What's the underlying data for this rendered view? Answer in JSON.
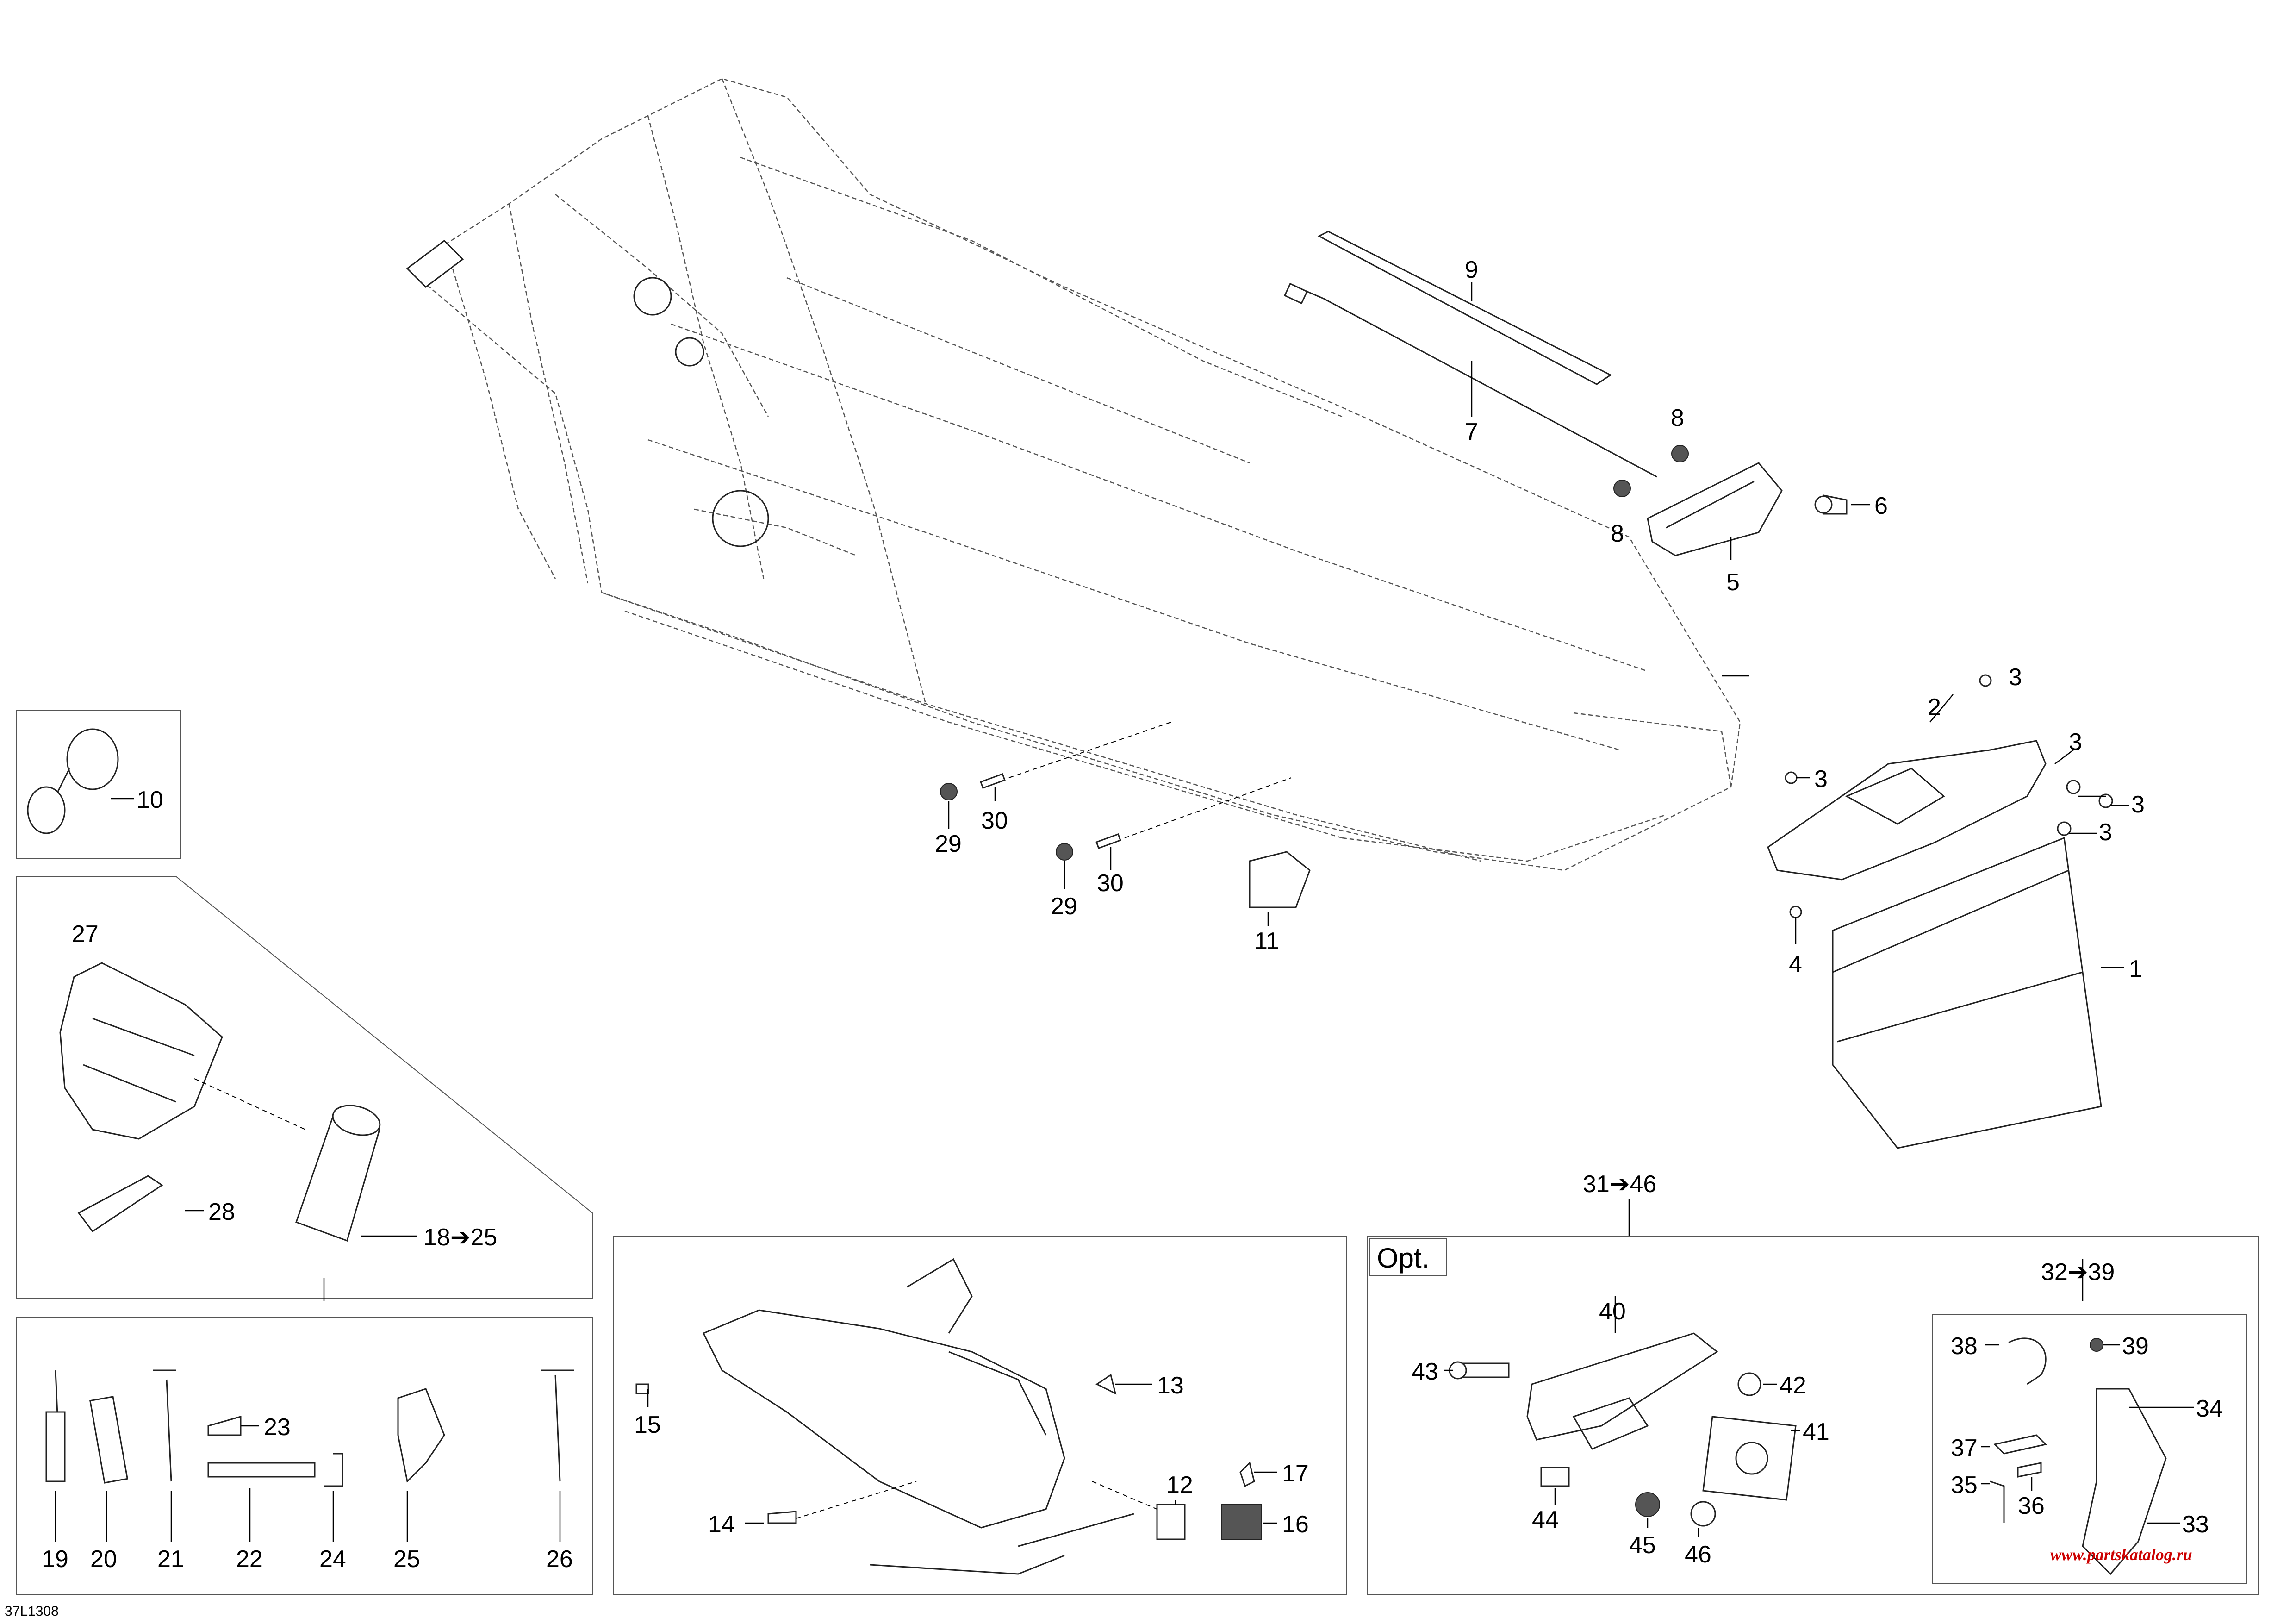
{
  "drawing_code": "37L1308",
  "watermark": "www.partskatalog.ru",
  "option_label": "Opt.",
  "callouts": {
    "c1": "1",
    "c2": "2",
    "c3a": "3",
    "c3b": "3",
    "c3c": "3",
    "c3d": "3",
    "c3e": "3",
    "c4": "4",
    "c5": "5",
    "c6": "6",
    "c7": "7",
    "c8a": "8",
    "c8b": "8",
    "c9": "9",
    "c10": "10",
    "c11": "11",
    "c12": "12",
    "c13": "13",
    "c14": "14",
    "c15": "15",
    "c16": "16",
    "c17": "17",
    "c18_25": "18➔25",
    "c19": "19",
    "c20": "20",
    "c21": "21",
    "c22": "22",
    "c23": "23",
    "c24": "24",
    "c25": "25",
    "c26": "26",
    "c27": "27",
    "c28": "28",
    "c29a": "29",
    "c29b": "29",
    "c30a": "30",
    "c30b": "30",
    "c31_46": "31➔46",
    "c32_39": "32➔39",
    "c33": "33",
    "c34": "34",
    "c35": "35",
    "c36": "36",
    "c37": "37",
    "c38": "38",
    "c39": "39",
    "c40": "40",
    "c41": "41",
    "c42": "42",
    "c43": "43",
    "c44": "44",
    "c45": "45",
    "c46": "46"
  }
}
